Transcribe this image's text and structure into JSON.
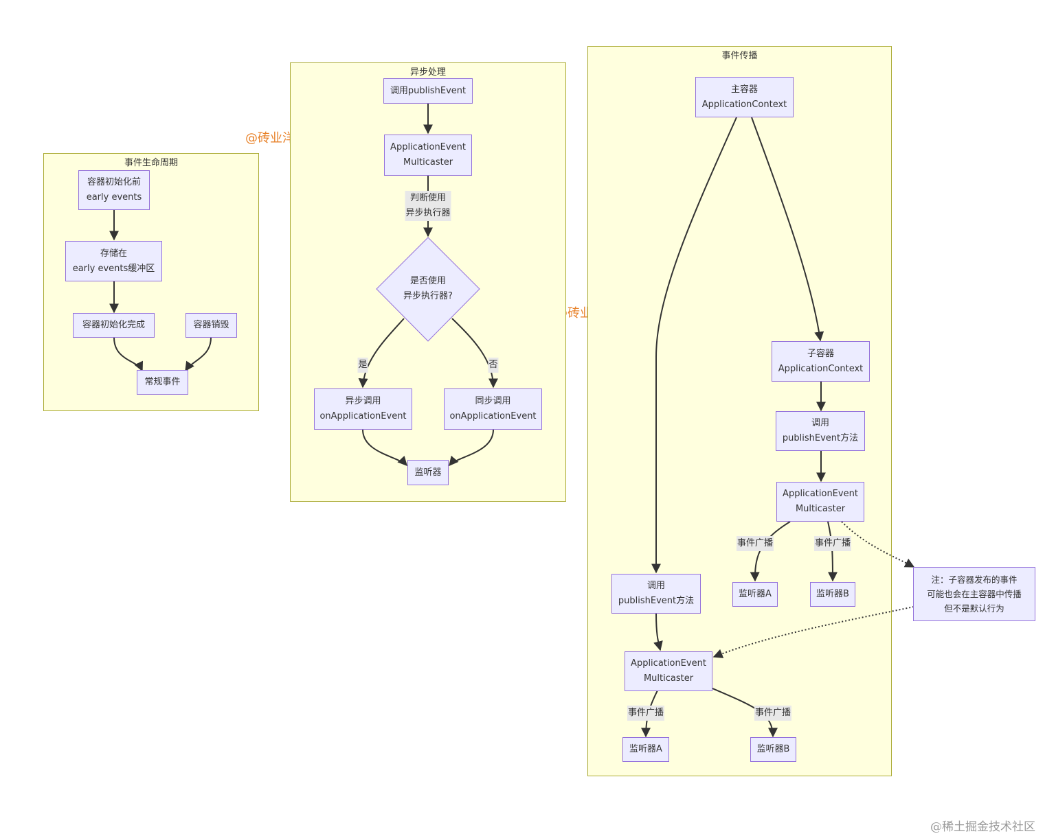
{
  "watermarks": [
    "@砖业洋__",
    "@砖业洋__"
  ],
  "footer": "@稀土掘金技术社区",
  "lifecycle": {
    "title": "事件生命周期",
    "n1": [
      "容器初始化前",
      "early events"
    ],
    "n2": [
      "存储在",
      "early events缓冲区"
    ],
    "n3": "容器初始化完成",
    "n4": "容器销毁",
    "n5": "常规事件"
  },
  "async": {
    "title": "异步处理",
    "n1": "调用publishEvent",
    "n2": [
      "ApplicationEvent",
      "Multicaster"
    ],
    "edge_judge": [
      "判断使用",
      "异步执行器"
    ],
    "decision": [
      "是否使用",
      "异步执行器?"
    ],
    "yes": "是",
    "no": "否",
    "async_call": [
      "异步调用",
      "onApplicationEvent"
    ],
    "sync_call": [
      "同步调用",
      "onApplicationEvent"
    ],
    "listener": "监听器"
  },
  "propagation": {
    "title": "事件传播",
    "parent": [
      "主容器",
      "ApplicationContext"
    ],
    "child": [
      "子容器",
      "ApplicationContext"
    ],
    "child_call": [
      "调用",
      "publishEvent方法"
    ],
    "child_multicaster": [
      "ApplicationEvent",
      "Multicaster"
    ],
    "broadcast": "事件广播",
    "child_listener_a": "监听器A",
    "child_listener_b": "监听器B",
    "note": [
      "注：子容器发布的事件",
      "可能也会在主容器中传播",
      "但不是默认行为"
    ],
    "parent_call": [
      "调用",
      "publishEvent方法"
    ],
    "parent_multicaster": [
      "ApplicationEvent",
      "Multicaster"
    ],
    "parent_listener_a": "监听器A",
    "parent_listener_b": "监听器B"
  }
}
